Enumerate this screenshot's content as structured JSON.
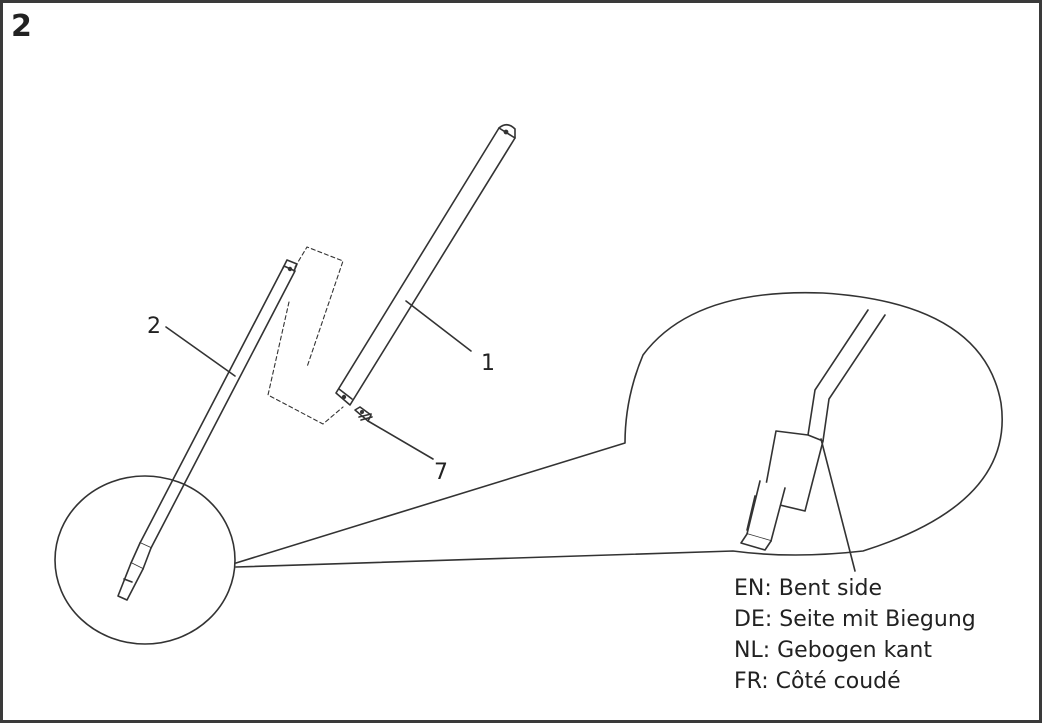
{
  "step": {
    "number": "2"
  },
  "callouts": {
    "part1": "1",
    "part2": "2",
    "part7": "7"
  },
  "legend": {
    "en": "EN: Bent side",
    "de": "DE: Seite mit Biegung",
    "nl": "NL: Gebogen kant",
    "fr": "FR: Côté coudé"
  },
  "colors": {
    "line": "#333333",
    "text": "#222222",
    "border": "#3a3a3a"
  }
}
